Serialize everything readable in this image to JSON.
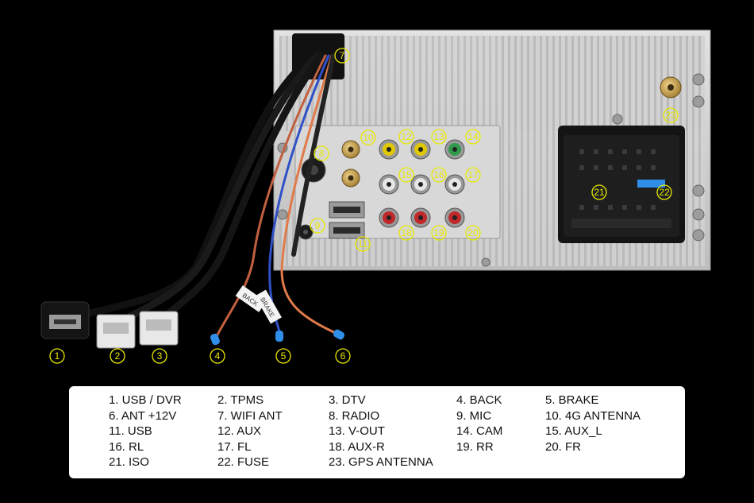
{
  "callouts": [
    {
      "n": "1"
    },
    {
      "n": "2"
    },
    {
      "n": "3"
    },
    {
      "n": "4"
    },
    {
      "n": "5"
    },
    {
      "n": "6"
    },
    {
      "n": "7"
    },
    {
      "n": "8"
    },
    {
      "n": "9"
    },
    {
      "n": "10"
    },
    {
      "n": "11"
    },
    {
      "n": "12"
    },
    {
      "n": "13"
    },
    {
      "n": "14"
    },
    {
      "n": "15"
    },
    {
      "n": "16"
    },
    {
      "n": "17"
    },
    {
      "n": "18"
    },
    {
      "n": "19"
    },
    {
      "n": "20"
    },
    {
      "n": "21"
    },
    {
      "n": "22"
    },
    {
      "n": "23"
    }
  ],
  "legend": {
    "rows": [
      [
        "1. USB / DVR",
        "2. TPMS",
        "3. DTV",
        "4. BACK",
        "5. BRAKE"
      ],
      [
        "6. ANT +12V",
        "7. WIFI ANT",
        "8. RADIO",
        "9. MIC",
        "10. 4G ANTENNA"
      ],
      [
        "11. USB",
        "12. AUX",
        "13. V-OUT",
        "14. CAM",
        "15. AUX_L"
      ],
      [
        "16. RL",
        "17. FL",
        "18. AUX-R",
        "19. RR",
        "20. FR"
      ],
      [
        "21. ISO",
        "22. FUSE",
        "23. GPS ANTENNA",
        "",
        ""
      ]
    ]
  },
  "wire_tags": [
    "BACK",
    "BRAKE"
  ],
  "colors": {
    "background": "#000000",
    "callout": "#e8e800",
    "chassis": "#c9c9c9",
    "rca_red": "#c0282a",
    "rca_white": "#e6e6e6",
    "rca_yellow": "#e0c800",
    "rca_green": "#2f9a4a",
    "gold": "#c8a040",
    "fuse_blue": "#2f8fe8",
    "wire_orange": "#e07a4a",
    "wire_blue": "#3050c8"
  }
}
